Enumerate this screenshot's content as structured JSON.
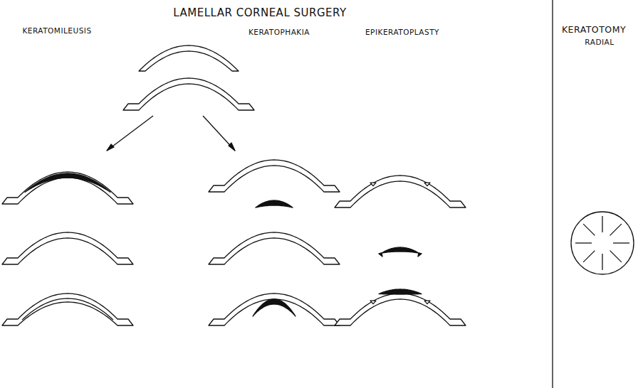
{
  "diagram": {
    "title": "LAMELLAR CORNEAL SURGERY",
    "labels": [
      "KERATOMILEUSIS",
      "KERATOPHAKIA",
      "EPIKERATOPLASTY",
      "KERATOTOMY",
      "RADIAL"
    ]
  }
}
